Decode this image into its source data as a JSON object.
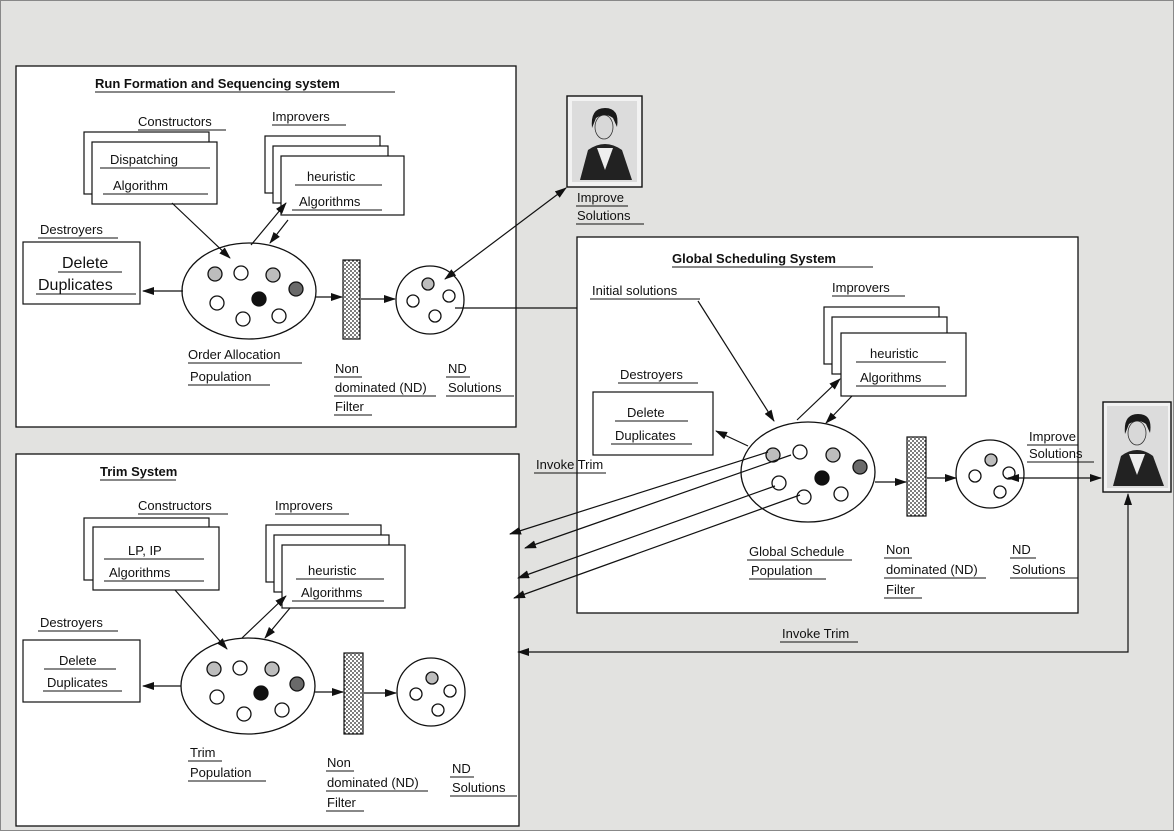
{
  "rf": {
    "title": "Run Formation and Sequencing system",
    "constructors": "Constructors",
    "dispatching": "Dispatching",
    "algorithm": "Algorithm",
    "improvers": "Improvers",
    "heuristic": "heuristic",
    "algorithms": "Algorithms",
    "destroyers": "Destroyers",
    "delete": "Delete",
    "duplicates": "Duplicates",
    "pop1": "Order Allocation",
    "pop2": "Population",
    "nd_filter_1": "Non",
    "nd_filter_2": "dominated (ND)",
    "nd_filter_3": "Filter",
    "nd_sol_1": "ND",
    "nd_sol_2": "Solutions"
  },
  "user1": {
    "label1": "Improve",
    "label2": "Solutions"
  },
  "gs": {
    "title": "Global Scheduling System",
    "initial": "Initial solutions",
    "improvers": "Improvers",
    "heuristic": "heuristic",
    "algorithms": "Algorithms",
    "destroyers": "Destroyers",
    "delete": "Delete",
    "duplicates": "Duplicates",
    "pop1": "Global Schedule",
    "pop2": "Population",
    "nd_filter_1": "Non",
    "nd_filter_2": "dominated (ND)",
    "nd_filter_3": "Filter",
    "nd_sol_1": "ND",
    "nd_sol_2": "Solutions",
    "improve1": "Improve",
    "improve2": "Solutions"
  },
  "trim": {
    "title": "Trim System",
    "constructors": "Constructors",
    "lp": "LP, IP",
    "algorithms_c": "Algorithms",
    "improvers": "Improvers",
    "heuristic": "heuristic",
    "algorithms": "Algorithms",
    "destroyers": "Destroyers",
    "delete": "Delete",
    "duplicates": "Duplicates",
    "pop1": "Trim",
    "pop2": "Population",
    "nd_filter_1": "Non",
    "nd_filter_2": "dominated (ND)",
    "nd_filter_3": "Filter",
    "nd_sol_1": "ND",
    "nd_sol_2": "Solutions"
  },
  "links": {
    "invoke_trim_1": "Invoke Trim",
    "invoke_trim_2": "Invoke Trim"
  },
  "colors": {
    "background": "#e2e2e0",
    "box": "#ffffff",
    "line": "#111111",
    "circle_grey": "#bdbdbd",
    "circle_dark": "#6a6a6a"
  }
}
